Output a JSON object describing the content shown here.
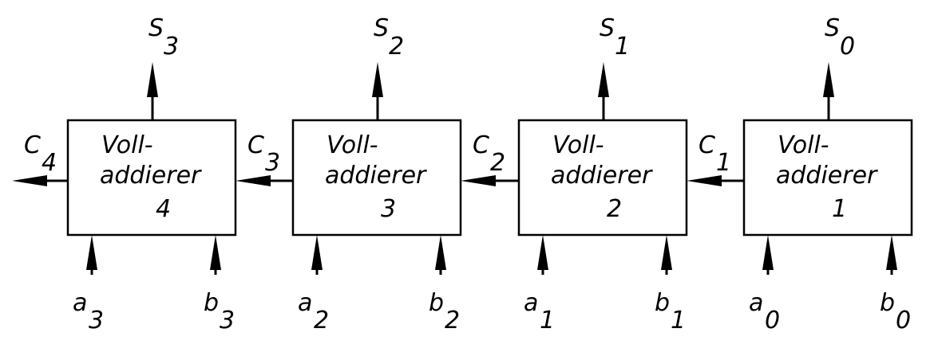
{
  "adders": [
    {
      "line1": "Voll-",
      "line2": "addierer",
      "number": "4"
    },
    {
      "line1": "Voll-",
      "line2": "addierer",
      "number": "3"
    },
    {
      "line1": "Voll-",
      "line2": "addierer",
      "number": "2"
    },
    {
      "line1": "Voll-",
      "line2": "addierer",
      "number": "1"
    }
  ],
  "sums": [
    {
      "name": "S",
      "index": "3"
    },
    {
      "name": "S",
      "index": "2"
    },
    {
      "name": "S",
      "index": "1"
    },
    {
      "name": "S",
      "index": "0"
    }
  ],
  "carries": [
    {
      "name": "C",
      "index": "4"
    },
    {
      "name": "C",
      "index": "3"
    },
    {
      "name": "C",
      "index": "2"
    },
    {
      "name": "C",
      "index": "1"
    }
  ],
  "inputs_a": [
    {
      "name": "a",
      "index": "3"
    },
    {
      "name": "a",
      "index": "2"
    },
    {
      "name": "a",
      "index": "1"
    },
    {
      "name": "a",
      "index": "0"
    }
  ],
  "inputs_b": [
    {
      "name": "b",
      "index": "3"
    },
    {
      "name": "b",
      "index": "2"
    },
    {
      "name": "b",
      "index": "1"
    },
    {
      "name": "b",
      "index": "0"
    }
  ]
}
